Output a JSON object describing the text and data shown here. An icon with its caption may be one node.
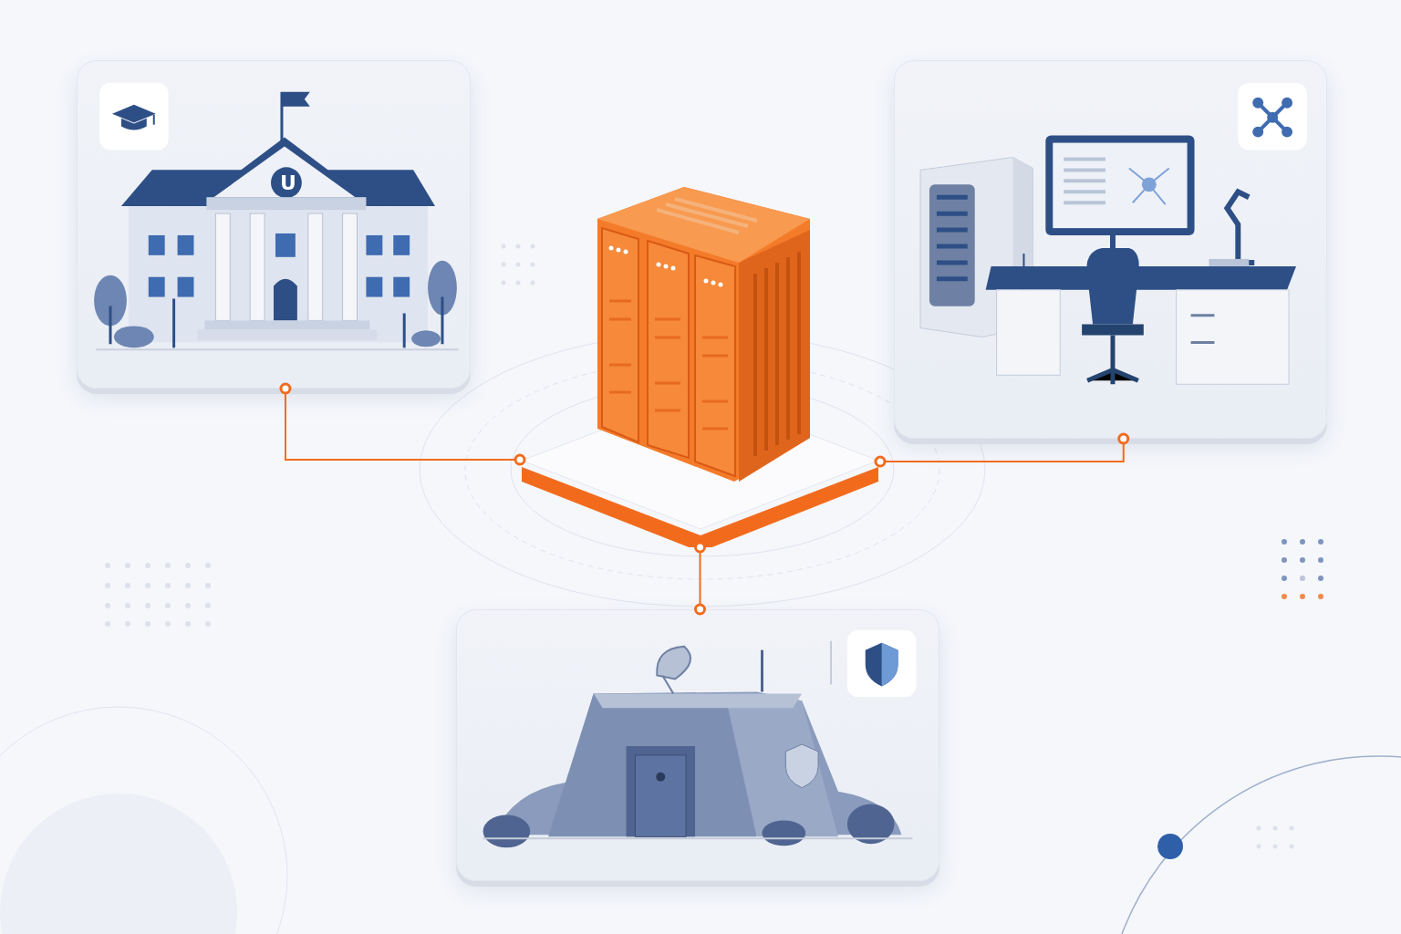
{
  "diagram": {
    "nodes": [
      {
        "text": [],
        "shape": "picture"
      },
      {
        "text": [],
        "shape": "picture"
      },
      {
        "text": [],
        "shape": "picture"
      },
      {
        "text": [],
        "shape": "picture"
      }
    ],
    "edges": [
      {
        "from": 0,
        "to": 2,
        "arrow": "other"
      },
      {
        "from": 2,
        "to": 1,
        "arrow": "other"
      },
      {
        "from": 2,
        "to": 3,
        "arrow": "other"
      }
    ],
    "labels": [
      "U"
    ]
  }
}
